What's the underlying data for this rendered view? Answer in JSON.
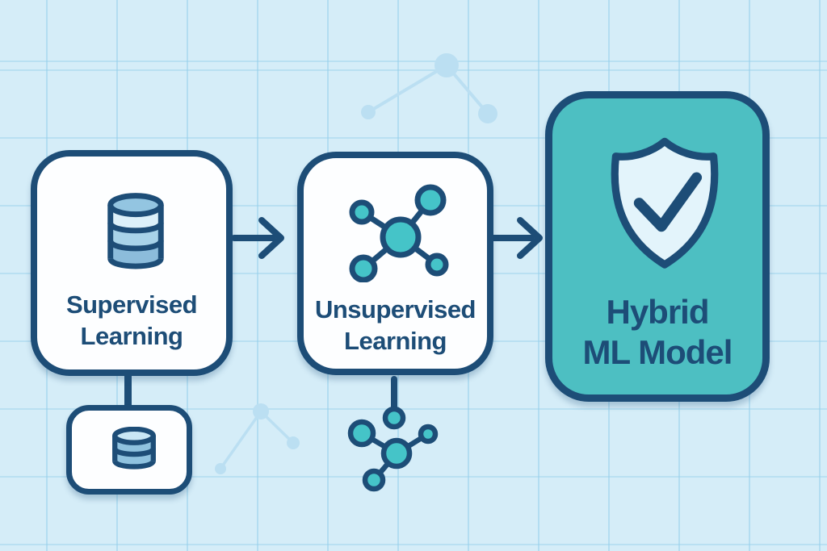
{
  "diagram": {
    "type": "flowchart",
    "nodes": [
      {
        "id": "supervised",
        "label": "Supervised\nLearning",
        "icon": "database-icon",
        "style": "white-card"
      },
      {
        "id": "unsupervised",
        "label": "Unsupervised\nLearning",
        "icon": "cluster-icon",
        "style": "white-card"
      },
      {
        "id": "hybrid",
        "label": "Hybrid\nML Model",
        "icon": "shield-check-icon",
        "style": "teal-card"
      }
    ],
    "subnodes": [
      {
        "id": "database-subnode",
        "icon": "small-database-icon",
        "attached_to": "supervised"
      },
      {
        "id": "cluster-subnode",
        "icon": "small-cluster-icon",
        "attached_to": "unsupervised"
      }
    ],
    "connections": [
      {
        "from": "supervised",
        "to": "unsupervised",
        "type": "arrow-right"
      },
      {
        "from": "unsupervised",
        "to": "hybrid",
        "type": "arrow-right"
      },
      {
        "from": "supervised",
        "to": "database-subnode",
        "type": "line-down"
      },
      {
        "from": "unsupervised",
        "to": "cluster-subnode",
        "type": "line-down"
      }
    ],
    "decorations": [
      {
        "id": "network-top",
        "type": "light-node-link-motif",
        "points": 3
      },
      {
        "id": "network-bottom-left",
        "type": "light-node-link-motif",
        "points": 3
      },
      {
        "id": "background-grid",
        "type": "faint-square-grid"
      }
    ]
  },
  "colors": {
    "background": "#D5EDF8",
    "grid_line": "#BEE2F1",
    "outline_navy": "#1D4D77",
    "card_fill": "#FDFEFF",
    "hybrid_card_fill": "#4DBFC2",
    "teal_node_fill": "#45C4C8",
    "shield_fill": "#E3F4FB",
    "database_band_light": "#DCF0F9",
    "database_band_medium": "#A8D3E9",
    "database_band_dark": "#8CBCDB",
    "database_top": "#93C5E1",
    "small_database_top": "#C9E7F5",
    "small_database_band": "#8FC2DF",
    "decor_light_blue": "#BBDFF2",
    "text": "#1D4D77"
  }
}
